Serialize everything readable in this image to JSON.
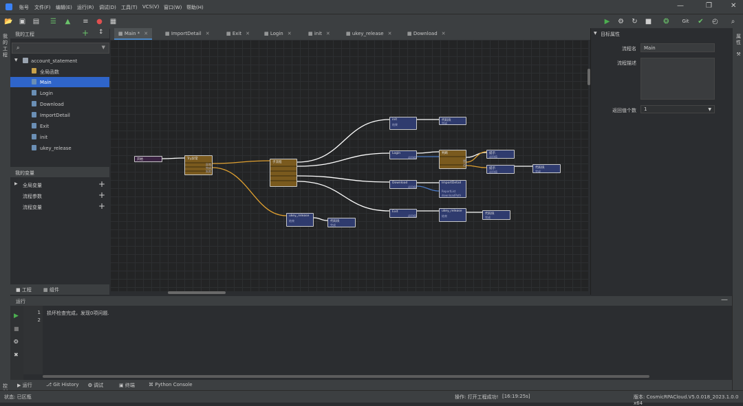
{
  "menubar": {
    "items": [
      "账号",
      "文件(F)",
      "编辑(E)",
      "运行(R)",
      "调试(D)",
      "工具(T)",
      "VCS(V)",
      "窗口(W)",
      "帮助(H)"
    ]
  },
  "toolbar": {
    "git_label": "Git"
  },
  "left_strip": {
    "project_label": "我的工程",
    "control_label": "控制台"
  },
  "right_strip": {
    "props_label": "属性"
  },
  "project_panel": {
    "title": "我的工程",
    "root": "account_statement",
    "items": [
      "全局函数",
      "Main",
      "Login",
      "Download",
      "ImportDetail",
      "Exit",
      "init",
      "ukey_release"
    ],
    "selected_index": 1
  },
  "variables_panel": {
    "title": "我的变量",
    "rows": [
      "全局变量",
      "流程参数",
      "流程变量"
    ]
  },
  "left_tabs": {
    "project": "工程",
    "components": "组件"
  },
  "editor_tabs": [
    {
      "label": "Main *",
      "active": true
    },
    {
      "label": "ImportDetail",
      "active": false
    },
    {
      "label": "Exit",
      "active": false
    },
    {
      "label": "Login",
      "active": false
    },
    {
      "label": "init",
      "active": false
    },
    {
      "label": "ukey_release",
      "active": false
    },
    {
      "label": "Download",
      "active": false
    }
  ],
  "properties": {
    "title": "目标属性",
    "name_label": "流程名",
    "name_value": "Main",
    "desc_label": "流程描述",
    "return_label": "返回值个数",
    "return_value": "1"
  },
  "run_panel": {
    "title": "运行",
    "lines": [
      {
        "num": "1",
        "text": "损坏检查完成，发现0项问题."
      },
      {
        "num": "2",
        "text": ""
      }
    ]
  },
  "bottom_tabs": [
    "运行",
    "Git History",
    "调试",
    "终端",
    "Python Console"
  ],
  "status": {
    "left": "状态: 已区瓶",
    "center": "操作: 打开工程成功!",
    "time": "[16:19:25s]",
    "version": "版本: CosmicRPACloud.V5.0.018_2023.1.0.0 x64"
  },
  "nodes": {
    "start": {
      "title": "开始"
    },
    "try": {
      "title": "Try异常",
      "ports": [
        "异常",
        "完成",
        "失败"
      ]
    },
    "seq": {
      "title": "子流程"
    },
    "init": {
      "title": "init",
      "sub": "结果"
    },
    "init_done": {
      "title": "代码块",
      "sub": "完成"
    },
    "login": {
      "title": "Login",
      "sub": "返回值"
    },
    "judge": {
      "title": "判断",
      "ports": [
        "是",
        "否"
      ]
    },
    "notify1": {
      "title": "提示",
      "sub": "返回值"
    },
    "notify2": {
      "title": "提示",
      "sub": "返回值"
    },
    "code3": {
      "title": "代码块",
      "sub": "完成"
    },
    "download": {
      "title": "Download",
      "sub": "返回值"
    },
    "import": {
      "title": "ImportDetail",
      "sub1": "ReportList",
      "sub2": "downloadPath"
    },
    "exit": {
      "title": "Exit",
      "sub": "返回值"
    },
    "ukey2": {
      "title": "ukey_release",
      "sub": "结束"
    },
    "code4": {
      "title": "代码块",
      "sub": "完成"
    },
    "ukey1": {
      "title": "ukey_release",
      "sub": "结束"
    },
    "code5": {
      "title": "代码块",
      "sub": "完成"
    }
  },
  "colors": {
    "accent": "#2f65ca",
    "node": "#2f3b6e",
    "try_node": "#7a5a1e",
    "wire_flow": "#ffffff",
    "wire_data": "#e0a030"
  }
}
